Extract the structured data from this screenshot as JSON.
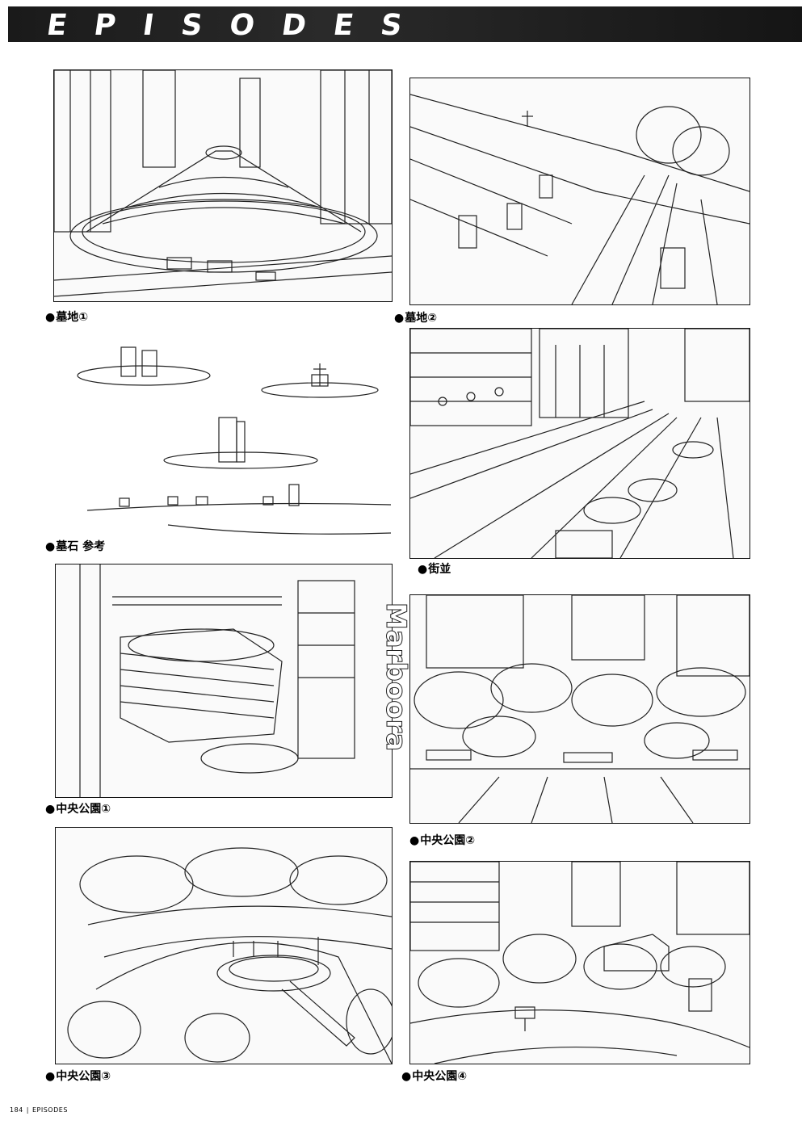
{
  "header": {
    "title": "EPISODES"
  },
  "bullet": "●",
  "panels": [
    {
      "caption": "墓地①"
    },
    {
      "caption": "墓地②"
    },
    {
      "caption": "墓石 参考"
    },
    {
      "caption": "街並"
    },
    {
      "caption": "中央公園①",
      "sign_text": "Marboora"
    },
    {
      "caption": "中央公園②"
    },
    {
      "caption": "中央公園③"
    },
    {
      "caption": "中央公園④"
    }
  ],
  "footer": {
    "page_number": "184",
    "separator": "|",
    "section": "EPISODES"
  }
}
